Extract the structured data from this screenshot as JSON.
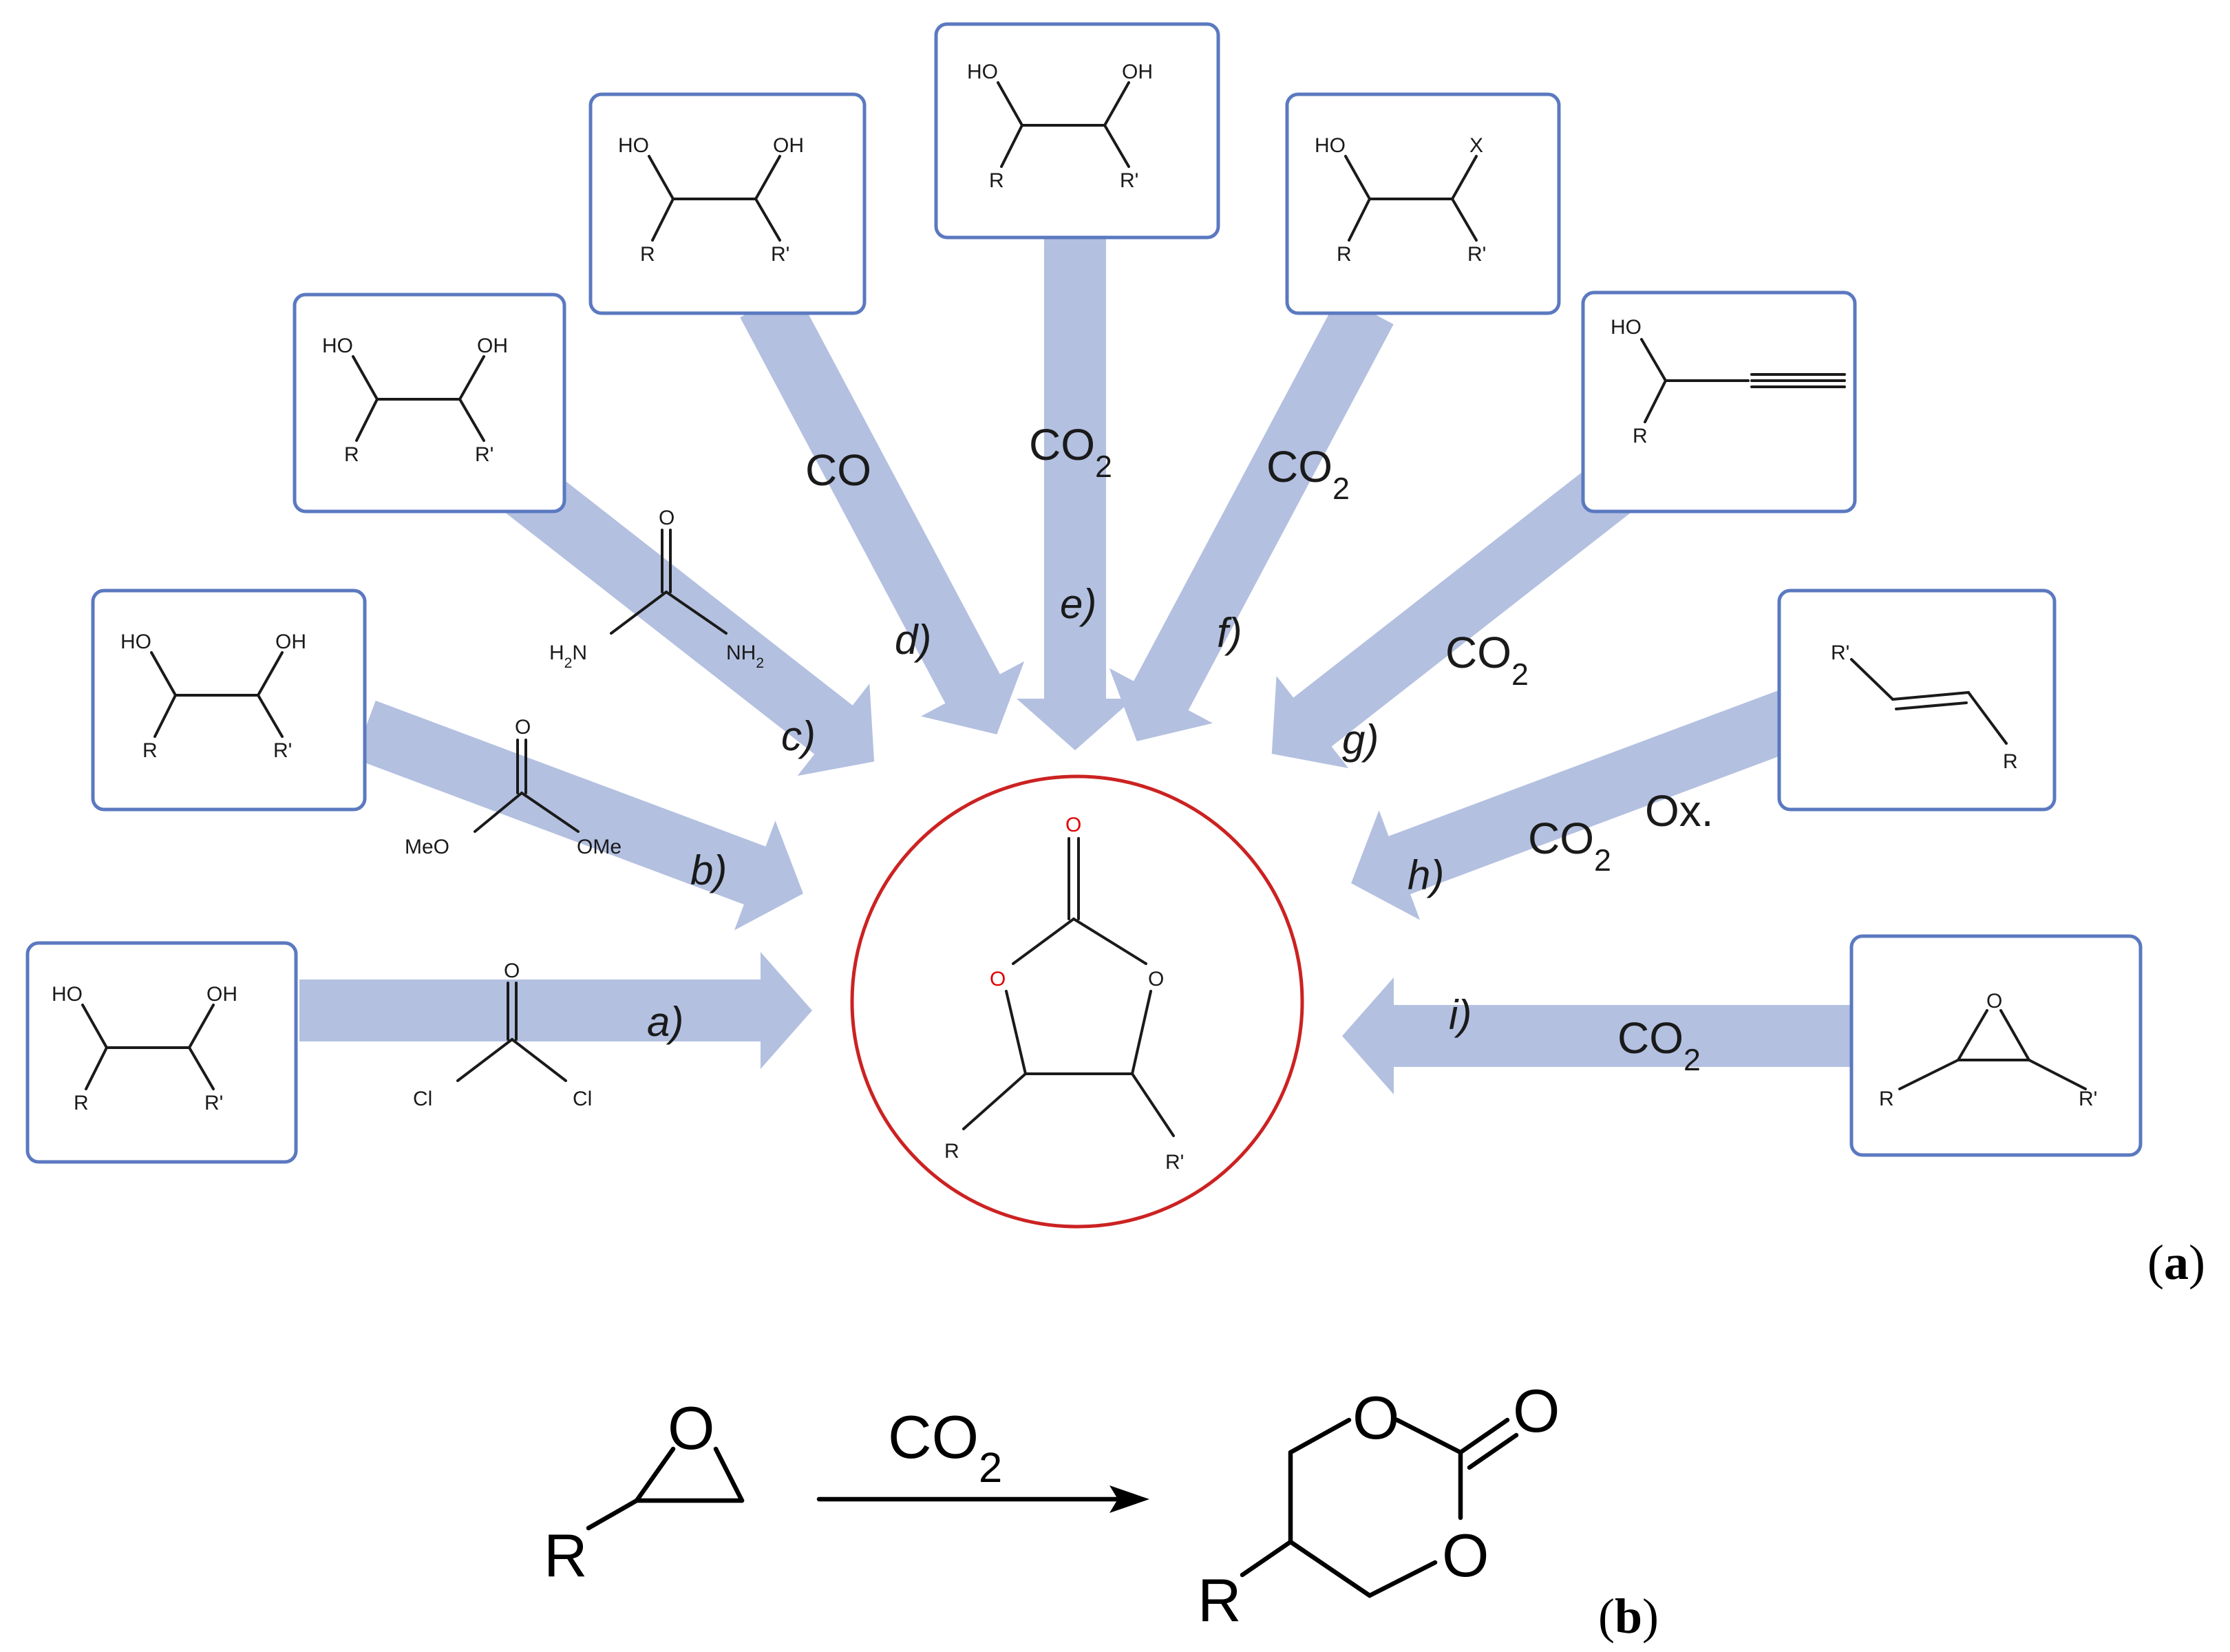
{
  "atoms": {
    "ho": "HO",
    "oh": "OH",
    "r": "R",
    "r_prime": "R'",
    "x": "X",
    "o": "O",
    "cl": "Cl",
    "meo": "MeO",
    "ome": "OMe",
    "h2n": "H2N",
    "nh2": "NH2"
  },
  "reagents": {
    "co": "CO",
    "co2": "CO2",
    "ox": "Ox."
  },
  "steps": [
    "a)",
    "b)",
    "c)",
    "d)",
    "e)",
    "f)",
    "g)",
    "h)",
    "i)"
  ],
  "panels": {
    "a": "a",
    "b": "b"
  },
  "colors": {
    "arrow_fill": "#b3c0e0",
    "box_border": "#5b79c0",
    "target_circle": "#cc2222",
    "carbonyl_oxygen": "#e00000"
  }
}
